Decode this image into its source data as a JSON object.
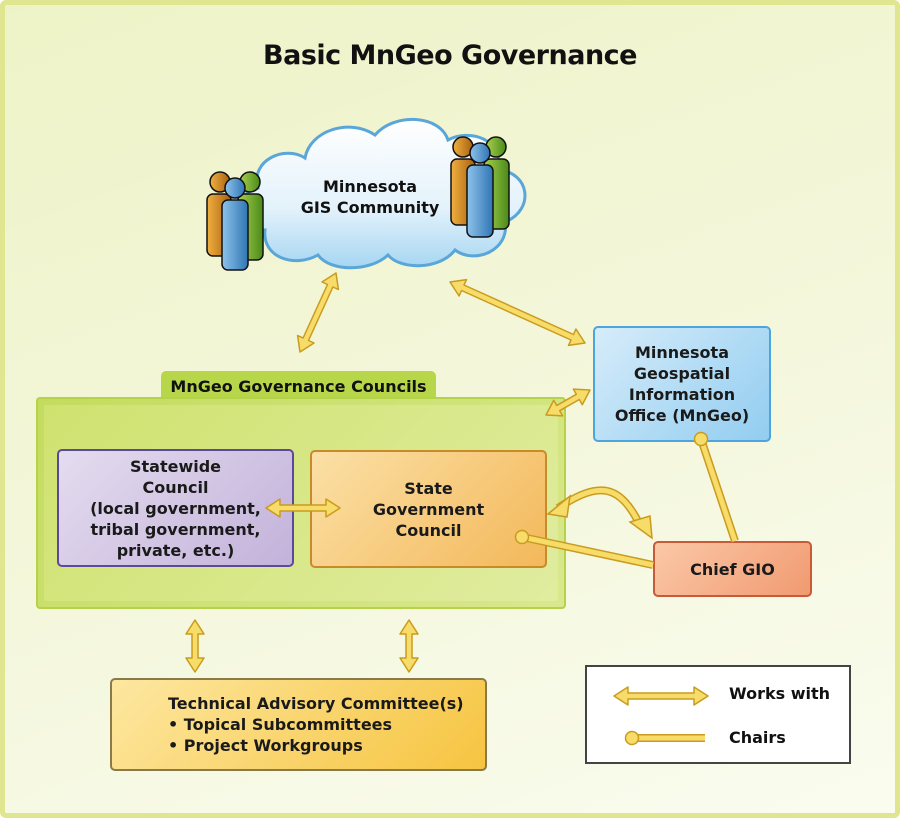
{
  "title": "Basic MnGeo Governance",
  "colors": {
    "background": "#f2f6d4",
    "frame_border": "#dfe68f",
    "councils_group": "#c8df68",
    "statewide_council": "#c9b9dd",
    "state_government_council": "#f6c470",
    "mngeo_office": "#a9d8f4",
    "chief_gio": "#f4a882",
    "technical_advisory": "#f8d060",
    "arrow_fill": "#f7dc6a",
    "arrow_stroke": "#c99b1e"
  },
  "nodes": {
    "cloud": {
      "lines": [
        "Minnesota",
        "GIS Community"
      ],
      "icon": "people-group-icon"
    },
    "councils_group": {
      "label": "MnGeo Governance Councils"
    },
    "statewide": {
      "lines": [
        "Statewide",
        "Council",
        "(local government,",
        "tribal government,",
        "private, etc.)"
      ]
    },
    "state_gov": {
      "lines": [
        "State",
        "Government",
        "Council"
      ]
    },
    "mngeo": {
      "lines": [
        "Minnesota",
        "Geospatial",
        "Information",
        "Office (MnGeo)"
      ]
    },
    "chief": {
      "label": "Chief GIO"
    },
    "tac": {
      "lines": [
        "Technical Advisory Committee(s)",
        "• Topical Subcommittees",
        "• Project Workgroups"
      ]
    }
  },
  "edges": [
    {
      "from": "cloud",
      "to": "councils_group",
      "type": "works_with"
    },
    {
      "from": "cloud",
      "to": "mngeo",
      "type": "works_with"
    },
    {
      "from": "mngeo",
      "to": "councils_group",
      "type": "works_with"
    },
    {
      "from": "statewide",
      "to": "state_gov",
      "type": "works_with"
    },
    {
      "from": "state_gov",
      "to": "chief",
      "type": "works_with"
    },
    {
      "from": "chief",
      "to": "state_gov",
      "type": "chairs"
    },
    {
      "from": "chief",
      "to": "mngeo",
      "type": "chairs"
    },
    {
      "from": "councils_group",
      "to": "tac",
      "type": "works_with"
    },
    {
      "from": "councils_group",
      "to": "tac",
      "type": "works_with"
    }
  ],
  "legend": {
    "items": [
      {
        "symbol": "double-arrow-icon",
        "label": "Works with"
      },
      {
        "symbol": "chairs-connector-icon",
        "label": "Chairs"
      }
    ]
  }
}
